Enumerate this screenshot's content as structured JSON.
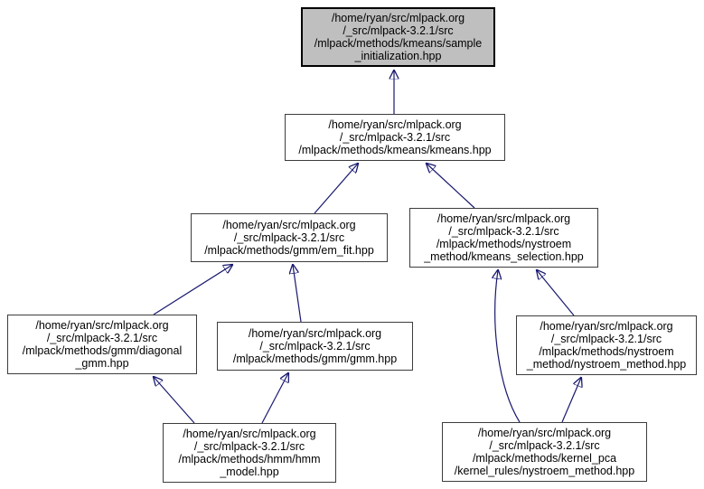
{
  "graph": {
    "kind": "include-dependency-graph",
    "colors": {
      "background": "#ffffff",
      "edge": "#191970",
      "node_fill": "#ffffff",
      "node_border": "#3d3d3d",
      "selected_node_fill": "#bfbfbf",
      "selected_node_border": "#000000",
      "text": "#000000"
    },
    "nodes": [
      {
        "id": "sample_initialization_hpp",
        "selected": true,
        "lines": [
          "/home/ryan/src/mlpack.org",
          "/_src/mlpack-3.2.1/src",
          "/mlpack/methods/kmeans/sample",
          "_initialization.hpp"
        ]
      },
      {
        "id": "kmeans_hpp",
        "selected": false,
        "lines": [
          "/home/ryan/src/mlpack.org",
          "/_src/mlpack-3.2.1/src",
          "/mlpack/methods/kmeans/kmeans.hpp"
        ]
      },
      {
        "id": "em_fit_hpp",
        "selected": false,
        "lines": [
          "/home/ryan/src/mlpack.org",
          "/_src/mlpack-3.2.1/src",
          "/mlpack/methods/gmm/em_fit.hpp"
        ]
      },
      {
        "id": "kmeans_selection_hpp",
        "selected": false,
        "lines": [
          "/home/ryan/src/mlpack.org",
          "/_src/mlpack-3.2.1/src",
          "/mlpack/methods/nystroem",
          "_method/kmeans_selection.hpp"
        ]
      },
      {
        "id": "diagonal_gmm_hpp",
        "selected": false,
        "lines": [
          "/home/ryan/src/mlpack.org",
          "/_src/mlpack-3.2.1/src",
          "/mlpack/methods/gmm/diagonal",
          "_gmm.hpp"
        ]
      },
      {
        "id": "gmm_hpp",
        "selected": false,
        "lines": [
          "/home/ryan/src/mlpack.org",
          "/_src/mlpack-3.2.1/src",
          "/mlpack/methods/gmm/gmm.hpp"
        ]
      },
      {
        "id": "nystroem_method_hpp",
        "selected": false,
        "lines": [
          "/home/ryan/src/mlpack.org",
          "/_src/mlpack-3.2.1/src",
          "/mlpack/methods/nystroem",
          "_method/nystroem_method.hpp"
        ]
      },
      {
        "id": "hmm_model_hpp",
        "selected": false,
        "lines": [
          "/home/ryan/src/mlpack.org",
          "/_src/mlpack-3.2.1/src",
          "/mlpack/methods/hmm/hmm",
          "_model.hpp"
        ]
      },
      {
        "id": "kernel_rules_nystroem_method_hpp",
        "selected": false,
        "lines": [
          "/home/ryan/src/mlpack.org",
          "/_src/mlpack-3.2.1/src",
          "/mlpack/methods/kernel_pca",
          "/kernel_rules/nystroem_method.hpp"
        ]
      }
    ],
    "edges": [
      {
        "from": "kmeans_hpp",
        "to": "sample_initialization_hpp"
      },
      {
        "from": "em_fit_hpp",
        "to": "kmeans_hpp"
      },
      {
        "from": "kmeans_selection_hpp",
        "to": "kmeans_hpp"
      },
      {
        "from": "diagonal_gmm_hpp",
        "to": "em_fit_hpp"
      },
      {
        "from": "gmm_hpp",
        "to": "em_fit_hpp"
      },
      {
        "from": "hmm_model_hpp",
        "to": "diagonal_gmm_hpp"
      },
      {
        "from": "hmm_model_hpp",
        "to": "gmm_hpp"
      },
      {
        "from": "kernel_rules_nystroem_method_hpp",
        "to": "kmeans_selection_hpp"
      },
      {
        "from": "nystroem_method_hpp",
        "to": "kmeans_selection_hpp"
      },
      {
        "from": "kernel_rules_nystroem_method_hpp",
        "to": "nystroem_method_hpp"
      }
    ]
  }
}
